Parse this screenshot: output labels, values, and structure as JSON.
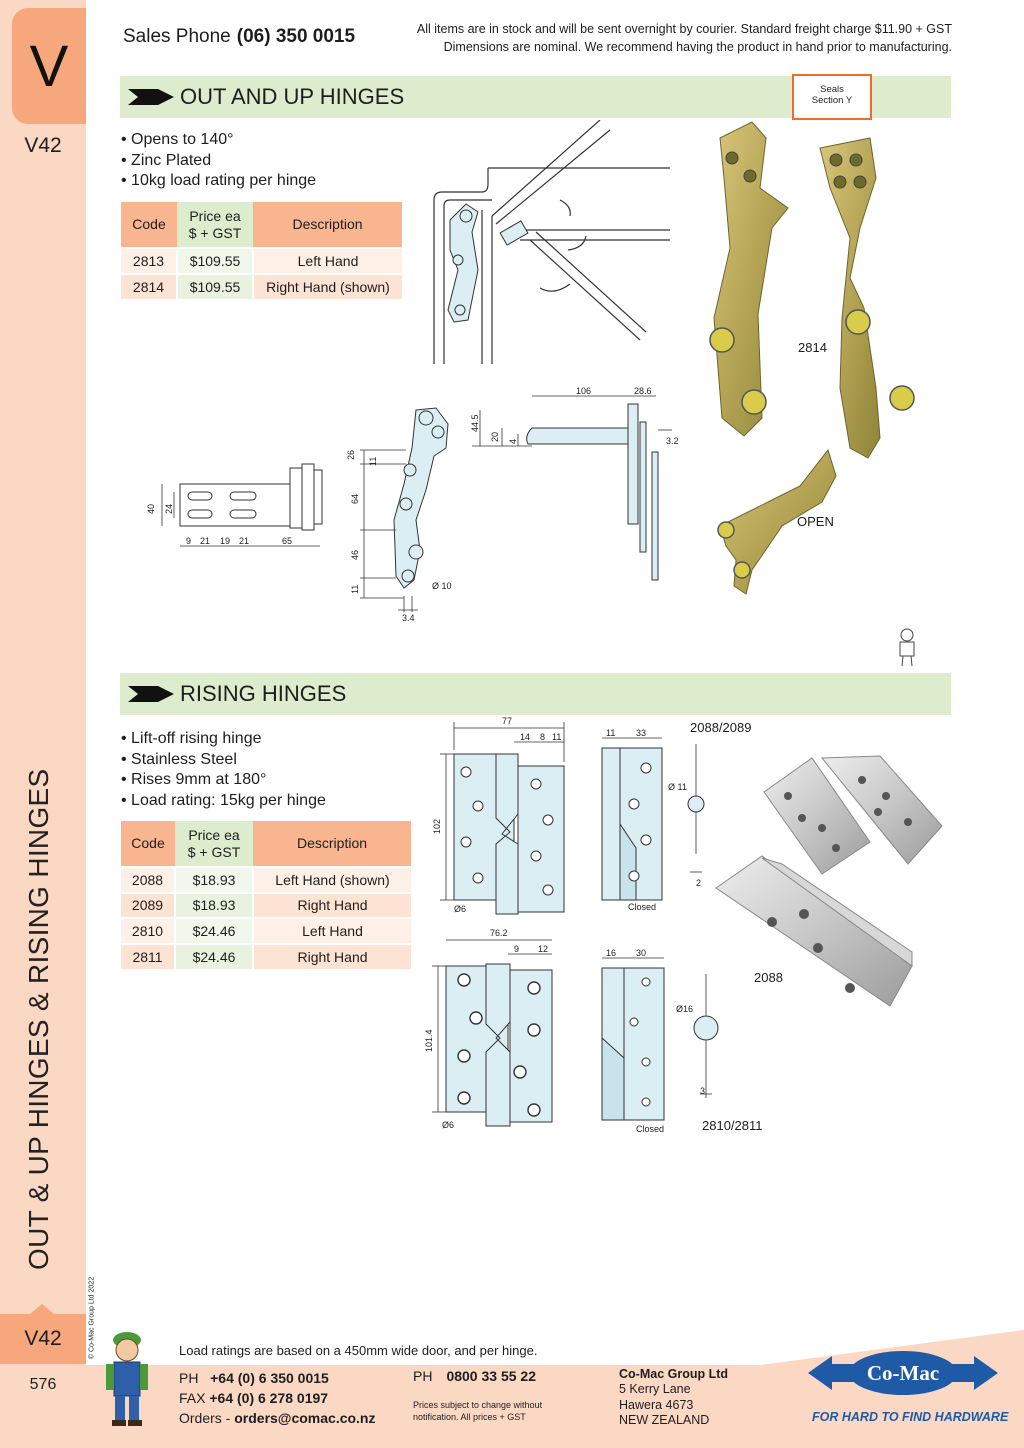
{
  "sidebar": {
    "section_letter": "V",
    "section_code": "V42",
    "vertical_title": "OUT & UP HINGES & RISING HINGES",
    "copyright": "© Co-Mac Group Ltd 2022",
    "page_number": "576"
  },
  "header": {
    "sales_label": "Sales Phone",
    "sales_phone": "(06) 350 0015",
    "notice_line1": "All items are in stock and will be sent overnight by courier. Standard freight charge $11.90 + GST",
    "notice_line2": "Dimensions are nominal. We recommend having the product in hand prior to manufacturing."
  },
  "out_up": {
    "title": "OUT AND UP HINGES",
    "seals_line1": "Seals",
    "seals_line2": "Section Y",
    "bullets": [
      "Opens to 140°",
      "Zinc Plated",
      "10kg load rating per hinge"
    ],
    "table_headers": {
      "code": "Code",
      "price_line1": "Price ea",
      "price_line2": "$ + GST",
      "desc": "Description"
    },
    "rows": [
      {
        "code": "2813",
        "price": "$109.55",
        "desc": "Left Hand"
      },
      {
        "code": "2814",
        "price": "$109.55",
        "desc": "Right Hand (shown)"
      }
    ],
    "photo_label": "2814",
    "open_label": "OPEN",
    "dims": {
      "d40": "40",
      "d24": "24",
      "d9": "9",
      "d21a": "21",
      "d19": "19",
      "d21b": "21",
      "d65": "65",
      "d26": "26",
      "d11a": "11",
      "d64": "64",
      "d46": "46",
      "d11b": "11",
      "d10": "Ø 10",
      "d34": "3.4",
      "d445": "44.5",
      "d20": "20",
      "d4": "4",
      "d106": "106",
      "d286": "28.6",
      "d32": "3.2"
    }
  },
  "rising": {
    "title": "RISING HINGES",
    "bullets": [
      "Lift-off rising hinge",
      "Stainless Steel",
      "Rises 9mm at 180°",
      "Load rating:  15kg per hinge"
    ],
    "table_headers": {
      "code": "Code",
      "price_line1": "Price ea",
      "price_line2": "$ + GST",
      "desc": "Description"
    },
    "rows": [
      {
        "code": "2088",
        "price": "$18.93",
        "desc": "Left Hand (shown)"
      },
      {
        "code": "2089",
        "price": "$18.93",
        "desc": "Right Hand"
      },
      {
        "code": "2810",
        "price": "$24.46",
        "desc": "Left Hand"
      },
      {
        "code": "2811",
        "price": "$24.46",
        "desc": "Right Hand"
      }
    ],
    "label_2088_2089": "2088/2089",
    "label_2088": "2088",
    "label_2810_2811": "2810/2811",
    "closed": "Closed",
    "dims": {
      "d77": "77",
      "d14": "14",
      "d8": "8",
      "d11": "11",
      "d102": "102",
      "d6a": "Ø6",
      "d11b": "11",
      "d33": "33",
      "d11c": "Ø 11",
      "d2": "2",
      "d762": "76.2",
      "d9": "9",
      "d12": "12",
      "d1014": "101.4",
      "d6b": "Ø6",
      "d16": "16",
      "d30": "30",
      "d16b": "Ø16",
      "d3": "3"
    }
  },
  "footer": {
    "load_note": "Load ratings are based on a 450mm wide door, and per hinge.",
    "ph_label": "PH",
    "ph": "+64 (0) 6 350 0015",
    "fax_label": "FAX",
    "fax": "+64 (0) 6 278 0197",
    "orders_label": "Orders -",
    "orders": "orders@comac.co.nz",
    "ph2_label": "PH",
    "ph2": "0800 33 55 22",
    "prices_note": "Prices subject to change without notification. All prices + GST",
    "company": "Co-Mac Group Ltd",
    "addr1": "5 Kerry Lane",
    "addr2": "Hawera 4673",
    "addr3": "NEW ZEALAND",
    "logo_text": "Co-Mac",
    "tagline": "FOR HARD TO FIND HARDWARE"
  },
  "colors": {
    "accent_orange": "#f6a77c",
    "sidebar_peach": "#fbd8c4",
    "section_green": "#dceccd",
    "brand_blue": "#1f5aa6"
  }
}
